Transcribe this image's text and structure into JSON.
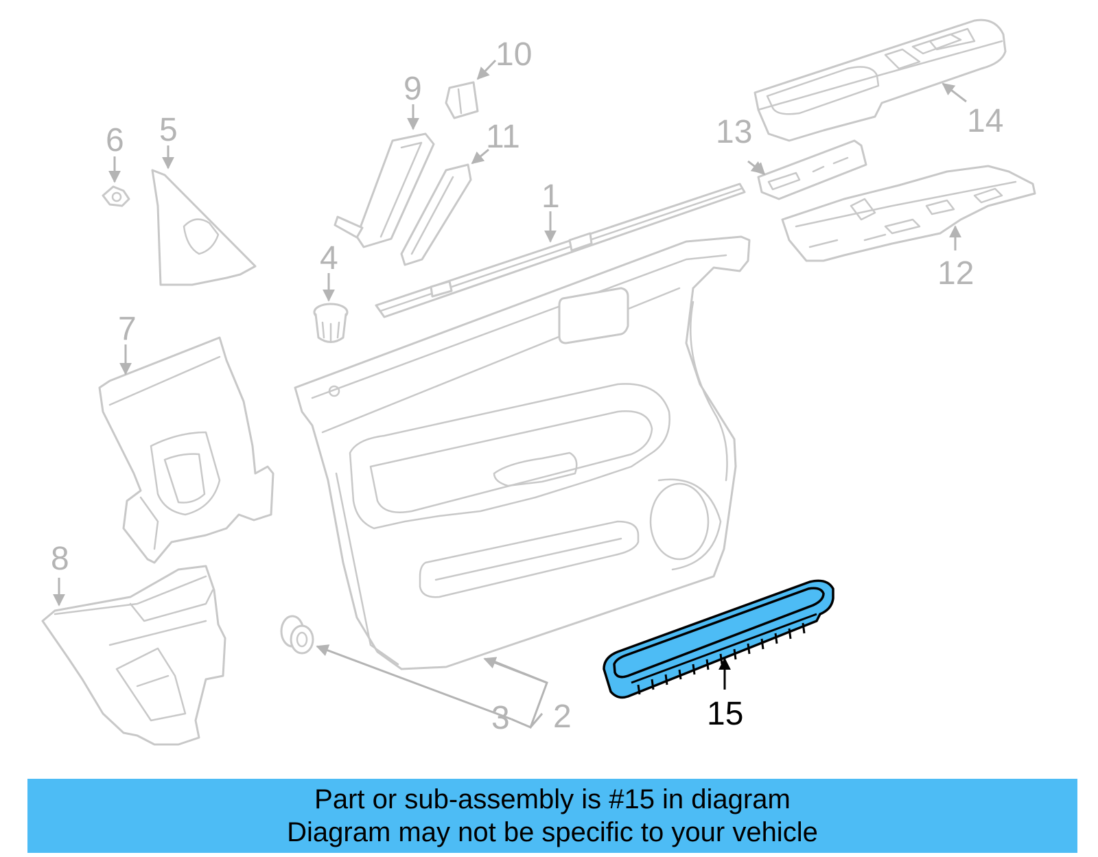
{
  "colors": {
    "banner_background": "#4DBCF5",
    "highlight_fill": "#4DBCF5",
    "highlight_outline": "#000000",
    "part_outline": "#C8C8C8",
    "callout_gray": "#B4B4B4"
  },
  "callouts": {
    "c1": "1",
    "c2": "2",
    "c3": "3",
    "c4": "4",
    "c5": "5",
    "c6": "6",
    "c7": "7",
    "c8": "8",
    "c9": "9",
    "c10": "10",
    "c11": "11",
    "c12": "12",
    "c13": "13",
    "c14": "14",
    "c15": "15"
  },
  "highlighted_part": "15",
  "banner": {
    "line1": "Part or sub-assembly is #15 in diagram",
    "line2": "Diagram may not be specific to your vehicle"
  }
}
